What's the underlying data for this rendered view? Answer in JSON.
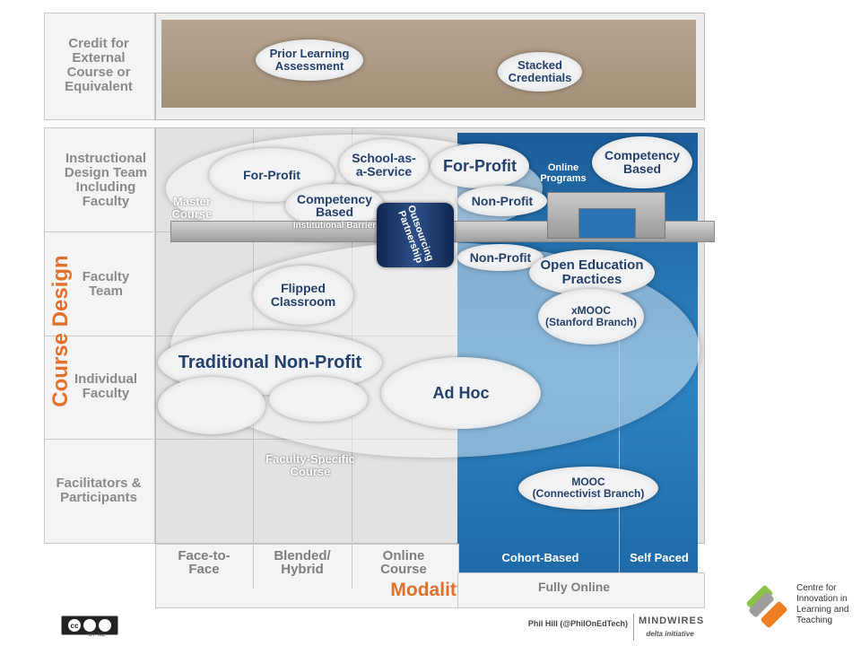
{
  "rows": {
    "credit": "Credit for\nExternal\nCourse or\nEquivalent",
    "instructional": "Instructional\nDesign Team\nIncluding\nFaculty",
    "faculty_team": "Faculty\nTeam",
    "individual": "Individual\nFaculty",
    "facilitators": "Facilitators &\nParticipants"
  },
  "axis": {
    "y_title_a": "Course",
    "y_title_b": "Design",
    "x_title": "Modality"
  },
  "columns": {
    "face": "Face-to-\nFace",
    "blended": "Blended/\nHybrid",
    "online": "Online\nCourse",
    "cohort": "Cohort-Based",
    "self": "Self Paced",
    "fully": "Fully Online"
  },
  "clouds": {
    "prior": "Prior Learning\nAssessment",
    "stacked": "Stacked\nCredentials",
    "forprofit_left": "For-Profit",
    "school": "School-as-\na-Service",
    "forprofit_mid": "For-Profit",
    "online_programs": "Online\nPrograms",
    "competency_right": "Competency\nBased",
    "master": "Master\nCourse",
    "competency_mid": "Competency\nBased",
    "nonprofit_top": "Non-Profit",
    "barrier": "Institutional Barrier",
    "outsourcing": "Outsourcing\nPartnership",
    "nonprofit_mid": "Non-Profit",
    "oep": "Open Education\nPractices",
    "flipped": "Flipped\nClassroom",
    "xmooc": "xMOOC\n(Stanford Branch)",
    "traditional": "Traditional Non-Profit",
    "adhoc": "Ad Hoc",
    "faculty_specific": "Faculty-Specific\nCourse",
    "mooc": "MOOC\n(Connectivist Branch)"
  },
  "footer": {
    "license": "BY   NC",
    "author": "Phil Hill (@PhilOnEdTech)",
    "mindwires": "MINDWIRES",
    "delta": "delta initiative",
    "centre": "Centre for\nInnovation in\nLearning and\nTeaching"
  }
}
